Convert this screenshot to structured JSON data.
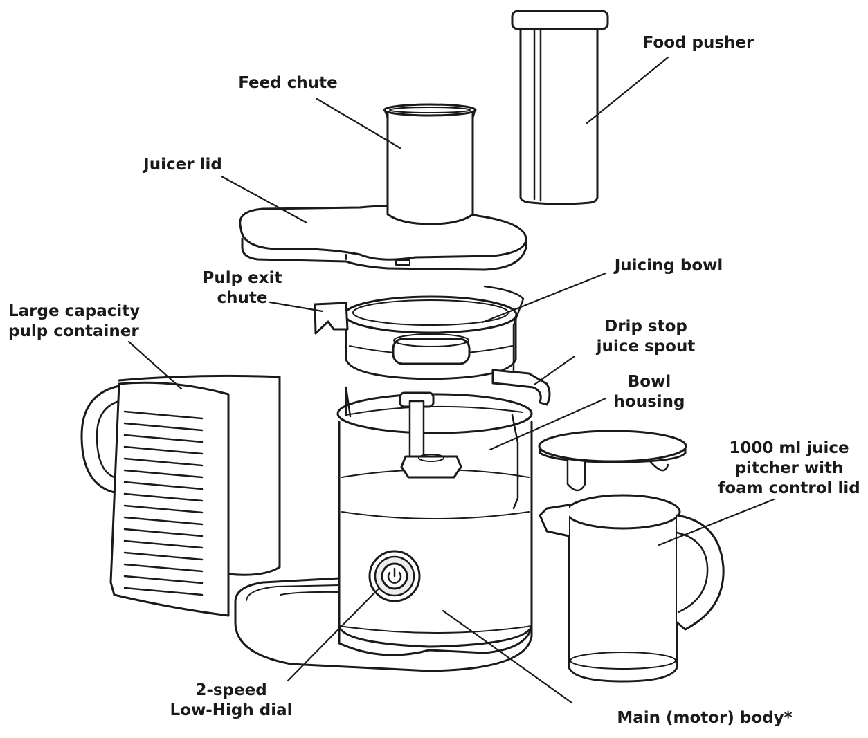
{
  "colors": {
    "ink": "#1a1a1a",
    "fill": "#ffffff",
    "shade": "#ededed"
  },
  "labels": {
    "food_pusher": [
      "Food pusher"
    ],
    "feed_chute": [
      "Feed chute"
    ],
    "juicer_lid": [
      "Juicer lid"
    ],
    "juicing_bowl": [
      "Juicing bowl"
    ],
    "pulp_exit_chute": [
      "Pulp exit",
      "chute"
    ],
    "large_capacity_pulp_container": [
      "Large capacity",
      "pulp container"
    ],
    "drip_stop_juice_spout": [
      "Drip stop",
      "juice spout"
    ],
    "bowl_housing": [
      "Bowl",
      "housing"
    ],
    "juice_pitcher": [
      "1000 ml juice",
      "pitcher with",
      "foam control lid"
    ],
    "speed_dial": [
      "2-speed",
      "Low-High dial"
    ],
    "main_body": [
      "Main (motor) body*"
    ]
  }
}
